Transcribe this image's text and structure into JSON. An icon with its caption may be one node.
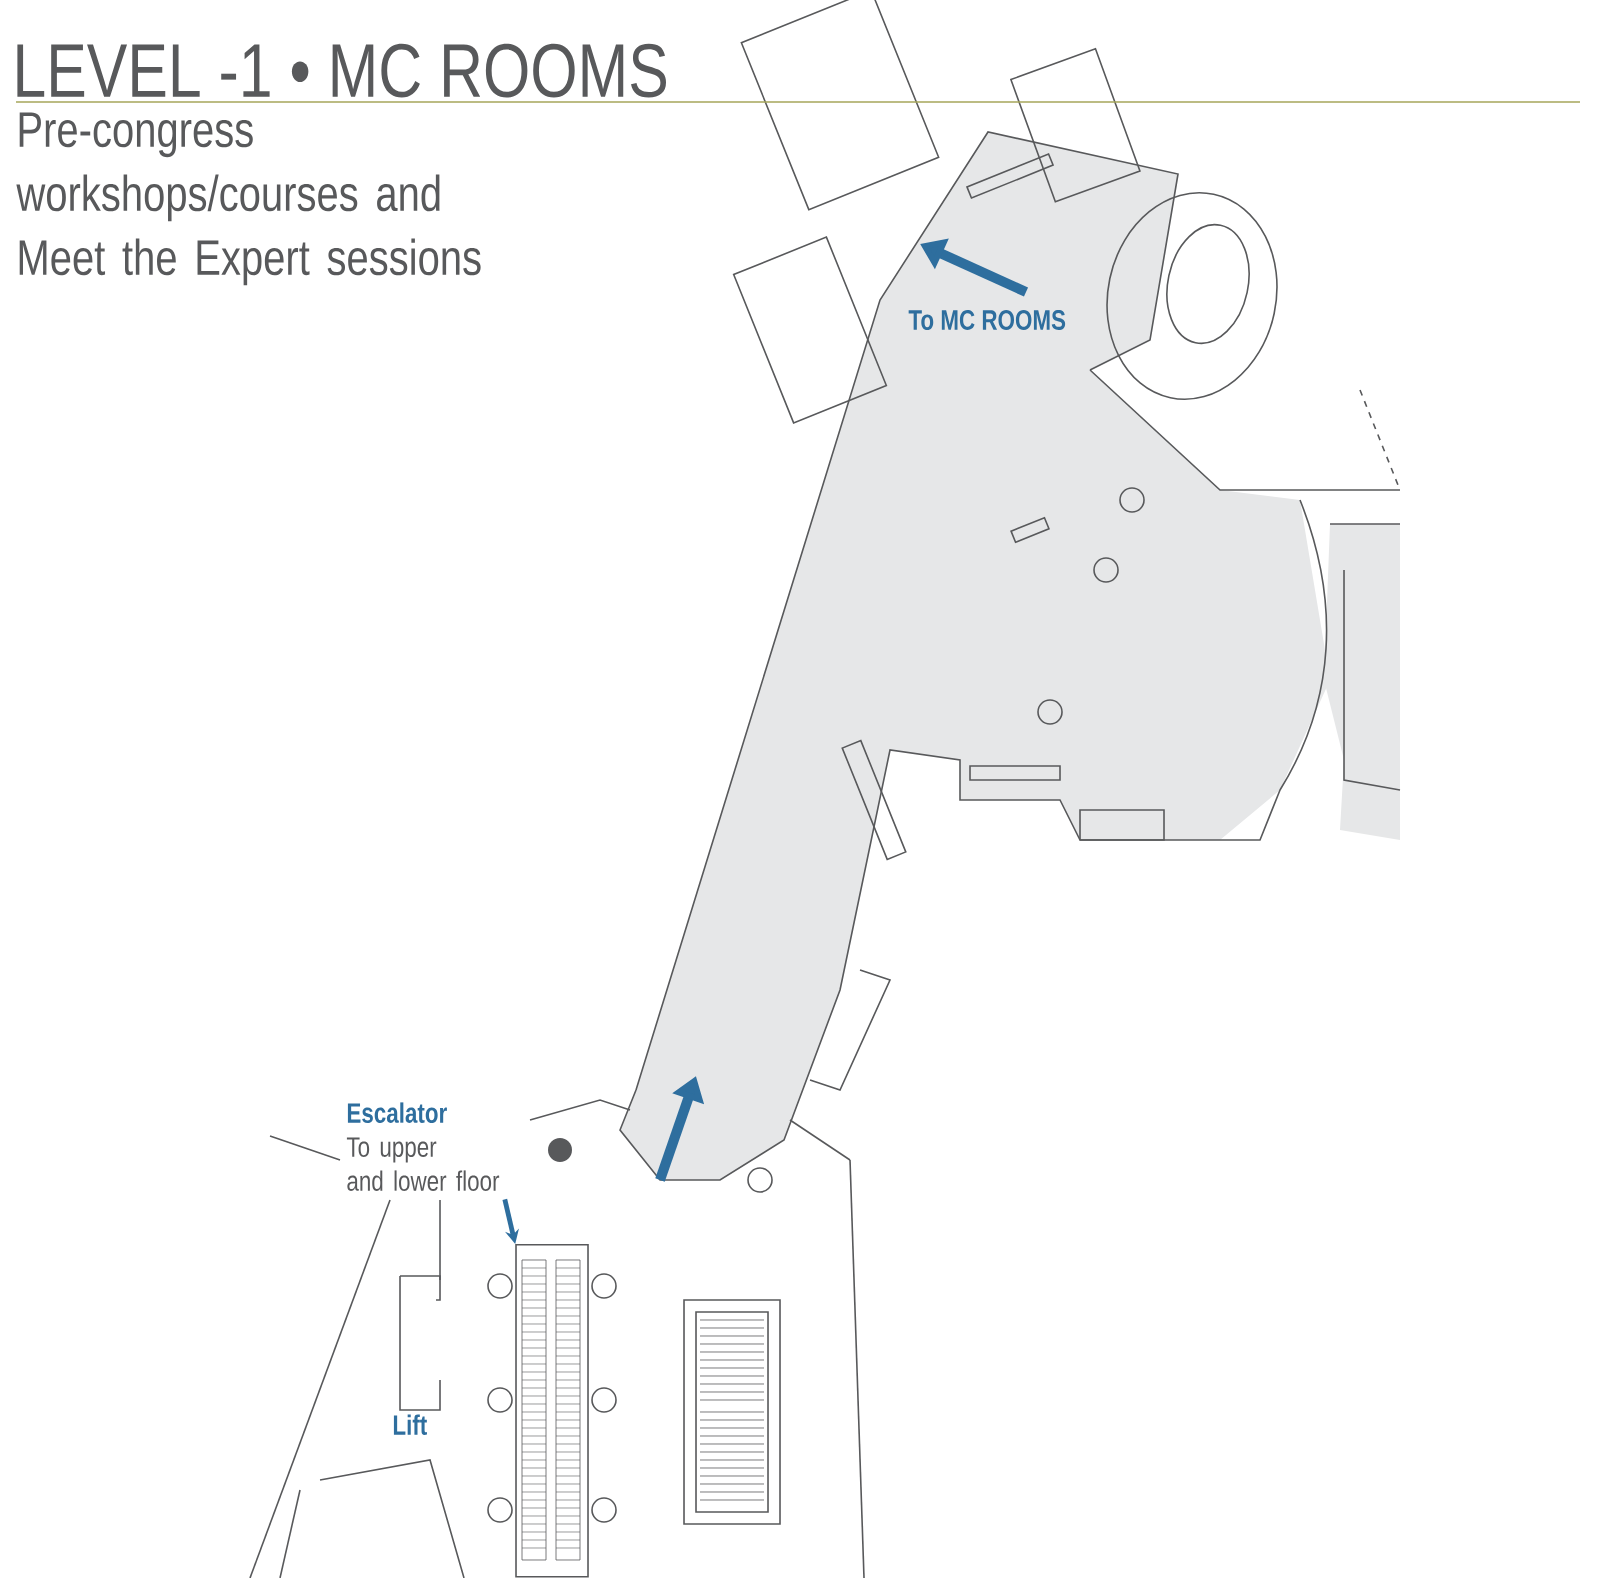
{
  "diagram": {
    "title": "LEVEL -1 • MC ROOMS",
    "nodes": [
      {
        "text": [
          "Escalator",
          "To upper and lower floor"
        ]
      },
      {
        "text": [],
        "shape": "picture"
      }
    ],
    "edges": [
      {
        "from": 0,
        "to": 1,
        "arrow": "to"
      }
    ],
    "labels": [
      "Pre-congress workshops/courses and Meet the Expert sessions",
      "To MC ROOMS",
      "Lift"
    ]
  }
}
